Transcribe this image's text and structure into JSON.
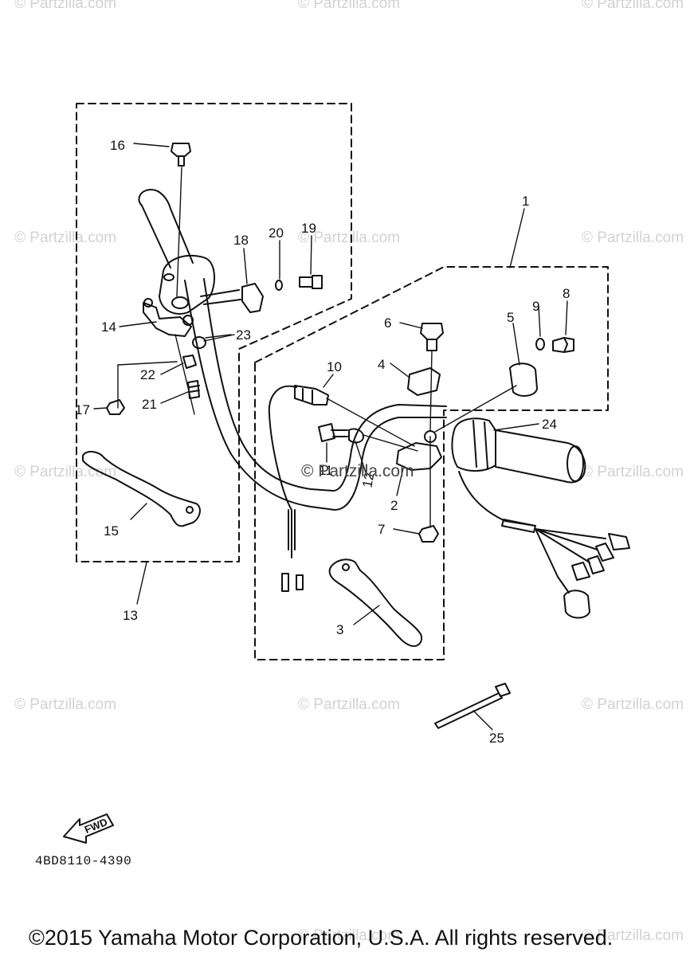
{
  "watermark": "© Partzilla.com",
  "watermark_inline": "© Partzilla.com",
  "fwd_label": "FWD",
  "part_code": "4BD8110-4390",
  "copyright": "©2015 Yamaha Motor Corporation, U.S.A. All rights reserved.",
  "callouts": [
    "1",
    "2",
    "3",
    "4",
    "5",
    "6",
    "7",
    "8",
    "9",
    "10",
    "11",
    "12",
    "13",
    "14",
    "15",
    "16",
    "17",
    "18",
    "19",
    "20",
    "21",
    "22",
    "23",
    "24",
    "25"
  ]
}
